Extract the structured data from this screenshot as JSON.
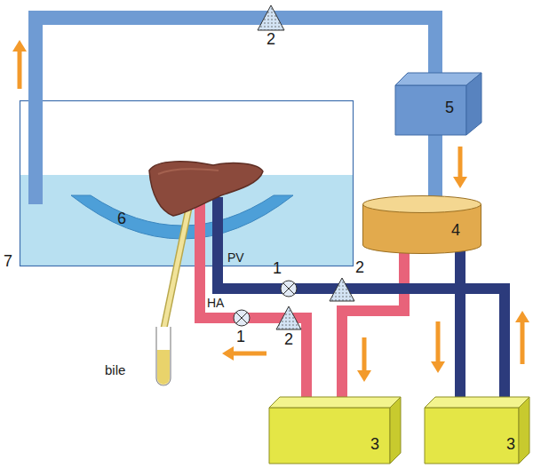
{
  "diagram": {
    "nodes": [
      {
        "text": [
          "7"
        ]
      },
      {
        "text": [
          "6"
        ],
        "in": 0
      },
      {
        "text": [
          "5"
        ]
      },
      {
        "text": [
          "4"
        ]
      },
      {
        "text": [
          "3"
        ]
      },
      {
        "text": [
          "3"
        ]
      }
    ],
    "edges": [
      {
        "from": 0,
        "to": 2,
        "arrow": "to"
      },
      {
        "from": 2,
        "to": 3,
        "arrow": "to"
      },
      {
        "from": 3,
        "to": 4,
        "arrow": "to"
      },
      {
        "from": 3,
        "to": 5,
        "arrow": "to"
      },
      {
        "from": 4,
        "to": 0,
        "arrow": "to"
      },
      {
        "from": 5,
        "to": 0,
        "arrow": "to"
      }
    ],
    "labels": [
      "2",
      "1",
      "2",
      "1",
      "2",
      "PV",
      "HA",
      "bile"
    ]
  }
}
